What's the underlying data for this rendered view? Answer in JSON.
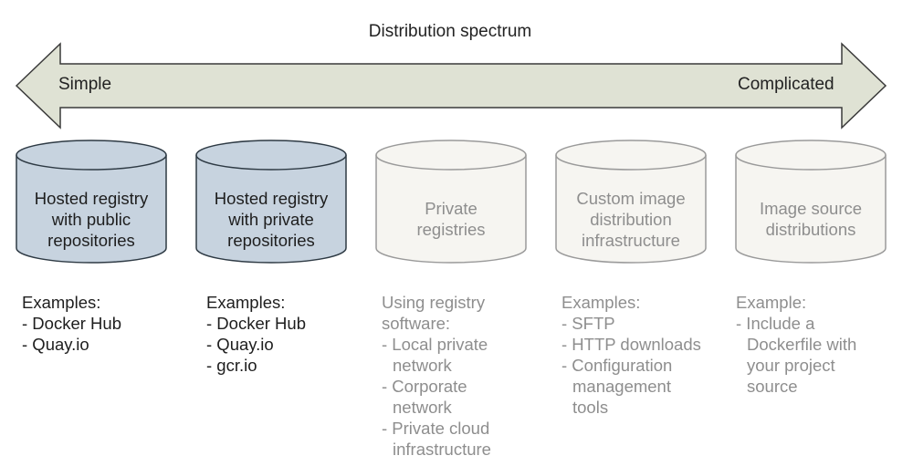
{
  "title": "Distribution spectrum",
  "arrow": {
    "left_label": "Simple",
    "right_label": "Complicated"
  },
  "colors": {
    "arrow_fill": "#dfe2d4",
    "filled_cylinder": "#c7d3df",
    "outline_cylinder": "#f6f5f1",
    "faded_text": "#8e8e8e",
    "dark_text": "#1e1e1e"
  },
  "stages": [
    {
      "label": [
        "Hosted registry",
        "with public",
        "repositories"
      ],
      "style": "filled",
      "heading": "Examples:",
      "items": [
        "- Docker Hub",
        "- Quay.io"
      ]
    },
    {
      "label": [
        "Hosted registry",
        "with private",
        "repositories"
      ],
      "style": "filled",
      "heading": "Examples:",
      "items": [
        "- Docker Hub",
        "- Quay.io",
        "- gcr.io"
      ]
    },
    {
      "label": [
        "Private",
        "registries"
      ],
      "style": "outline",
      "heading": "Using registry\nsoftware:",
      "items": [
        "- Local private\nnetwork",
        "- Corporate\nnetwork",
        "- Private cloud\ninfrastructure"
      ]
    },
    {
      "label": [
        "Custom image",
        "distribution",
        "infrastructure"
      ],
      "style": "outline",
      "heading": "Examples:",
      "items": [
        "- SFTP",
        "- HTTP downloads",
        "- Configuration\nmanagement\ntools"
      ]
    },
    {
      "label": [
        "Image source",
        "distributions"
      ],
      "style": "outline",
      "heading": "Example:",
      "items": [
        "- Include a\nDockerfile with\nyour project\nsource"
      ]
    }
  ]
}
